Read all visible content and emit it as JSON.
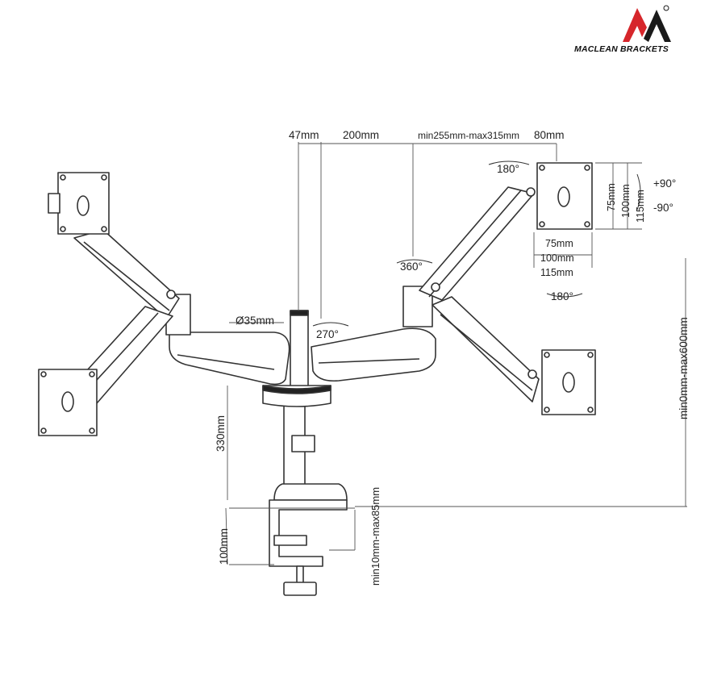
{
  "brand": {
    "name": "MACLEAN BRACKETS",
    "red": "#d6262b",
    "dark": "#1a1a1a"
  },
  "dimensions": {
    "clamp_offset": "47mm",
    "arm_segment": "200mm",
    "arm_range": "min255mm-max315mm",
    "vesa_offset": "80mm",
    "pole_diameter": "Ø35mm",
    "pole_height": "330mm",
    "clamp_height": "100mm",
    "desk_thickness": "min10mm-max85mm",
    "height_range": "min0mm-max600mm",
    "vesa_h_75": "75mm",
    "vesa_h_100": "100mm",
    "vesa_h_115": "115mm",
    "vesa_v_75": "75mm",
    "vesa_v_100": "100mm",
    "vesa_v_115": "115mm"
  },
  "rotations": {
    "rotate_top": "180°",
    "rotate_bottom": "180°",
    "swivel": "360°",
    "arm_swivel": "270°",
    "tilt_up": "+90°",
    "tilt_down": "-90°"
  },
  "colors": {
    "line": "#333333",
    "dim_line": "#555555",
    "band": "#222222"
  }
}
